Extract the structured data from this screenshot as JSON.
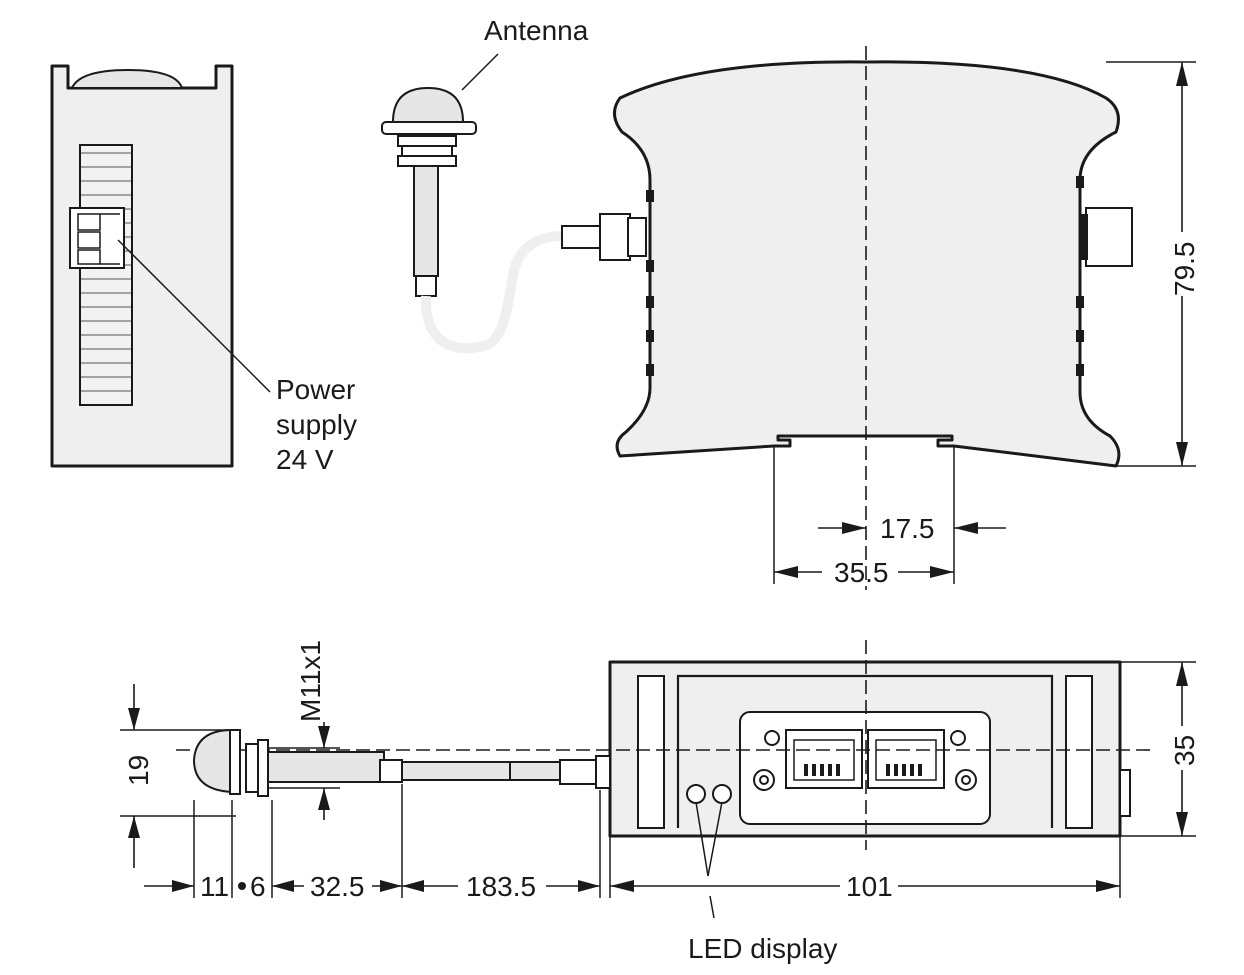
{
  "labels": {
    "antenna": "Antenna",
    "power_line1": "Power",
    "power_line2": "supply",
    "power_line3": "24 V",
    "led_display": "LED display",
    "thread": "M11x1"
  },
  "dimensions": {
    "height_side": "79.5",
    "rail_half": "17.5",
    "rail_width": "35.5",
    "depth": "35",
    "dome_dia": "19",
    "d11": "11",
    "d6": "6",
    "d32": "32.5",
    "d183": "183.5",
    "d101": "101"
  }
}
